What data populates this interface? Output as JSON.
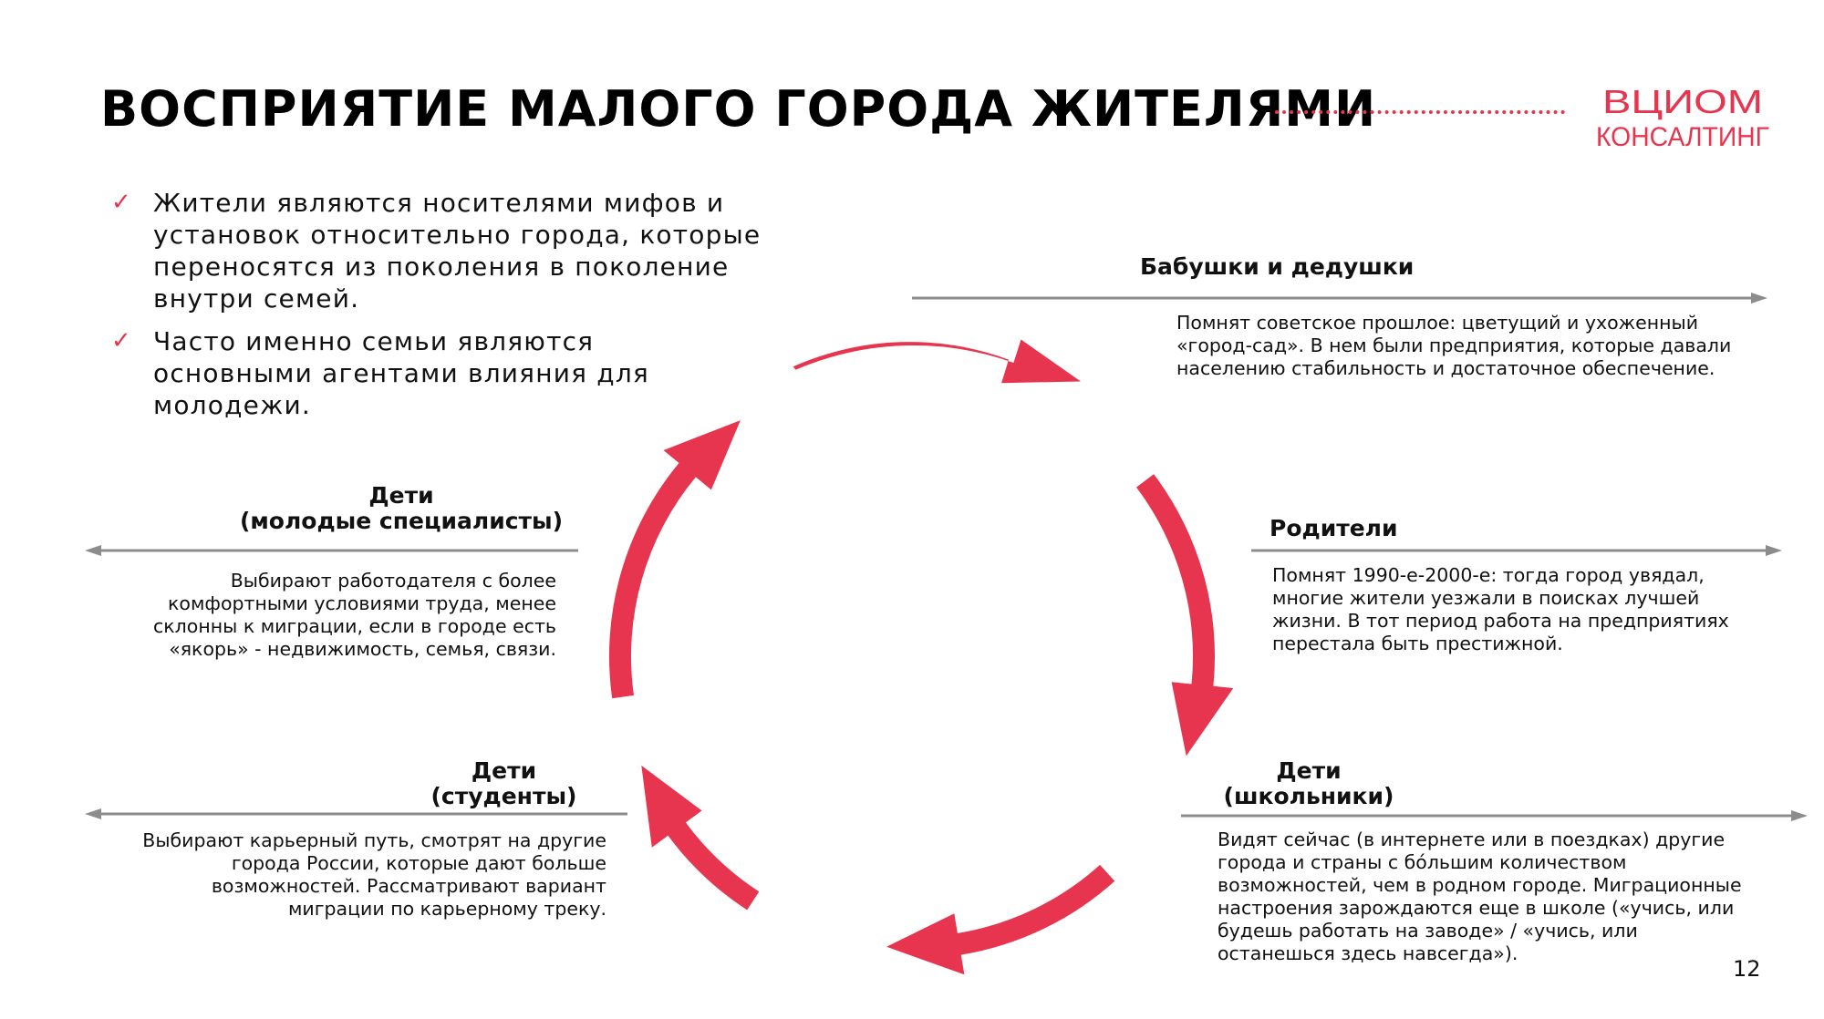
{
  "page": {
    "title": "ВОСПРИЯТИЕ МАЛОГО ГОРОДА ЖИТЕЛЯМИ",
    "page_number": "12",
    "accent_color": "#e8354f"
  },
  "logo": {
    "line1": "ВЦИОМ",
    "line2": "КОНСАЛТИНГ"
  },
  "bullets": [
    "Жители являются носителями мифов и установок относительно города, которые переносятся из поколения в поколение внутри семей.",
    "Часто именно семьи являются основными агентами влияния для молодежи."
  ],
  "generations": {
    "grandparents": {
      "title": "Бабушки и дедушки",
      "text": "Помнят советское прошлое: цветущий и ухоженный «город-сад». В нем были предприятия, которые давали населению стабильность и достаточное обеспечение."
    },
    "parents": {
      "title": "Родители",
      "text": "Помнят 1990-е-2000-е: тогда город увядал, многие жители уезжали в поисках лучшей жизни. В тот период работа на предприятиях перестала быть престижной."
    },
    "schoolchildren": {
      "title_line1": "Дети",
      "title_line2": "(школьники)",
      "text": "Видят сейчас (в интернете или в поездках) другие города и страны с бóльшим количеством возможностей, чем в родном городе. Миграционные настроения зарождаются еще в школе («учись, или будешь работать на заводе» / «учись, или останешься здесь навсегда»)."
    },
    "students": {
      "title_line1": "Дети",
      "title_line2": "(студенты)",
      "text": "Выбирают карьерный путь, смотрят на другие города России, которые дают больше возможностей. Рассматривают вариант миграции по карьерному треку."
    },
    "young_specialists": {
      "title_line1": "Дети",
      "title_line2": "(молодые специалисты)",
      "text": "Выбирают работодателя с более комфортными условиями труда, менее склонны к миграции, если в городе есть «якорь» - недвижимость, семья, связи."
    }
  }
}
